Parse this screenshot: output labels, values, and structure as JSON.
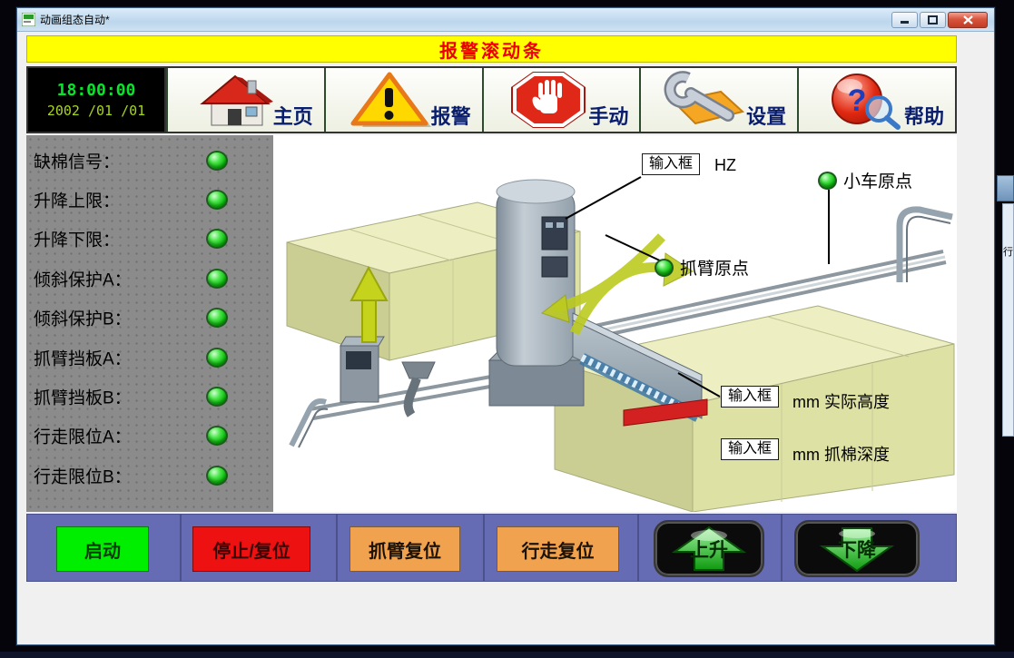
{
  "window": {
    "title": "动画组态自动*"
  },
  "alarm_banner": {
    "text": "报警滚动条"
  },
  "clock": {
    "time": "18:00:00",
    "date": "2002 /01 /01"
  },
  "toolbar": {
    "items": [
      {
        "label": "主页",
        "icon": "home-icon"
      },
      {
        "label": "报警",
        "icon": "alarm-warning-icon"
      },
      {
        "label": "手动",
        "icon": "stop-hand-icon"
      },
      {
        "label": "设置",
        "icon": "wrench-icon"
      },
      {
        "label": "帮助",
        "icon": "question-help-icon"
      }
    ]
  },
  "icons": {
    "help_glyph": "?"
  },
  "status_panel": {
    "items": [
      {
        "label": "缺棉信号：",
        "state": "on"
      },
      {
        "label": "升降上限：",
        "state": "on"
      },
      {
        "label": "升降下限：",
        "state": "on"
      },
      {
        "label": "倾斜保护A：",
        "state": "on"
      },
      {
        "label": "倾斜保护B：",
        "state": "on"
      },
      {
        "label": "抓臂挡板A：",
        "state": "on"
      },
      {
        "label": "抓臂挡板B：",
        "state": "on"
      },
      {
        "label": "行走限位A：",
        "state": "on"
      },
      {
        "label": "行走限位B：",
        "state": "on"
      }
    ],
    "led_on_color": "#22d422"
  },
  "diagram": {
    "freq_input": {
      "value": "输入框",
      "unit": "HZ"
    },
    "cart_origin_label": "小车原点",
    "arm_origin_label": "抓臂原点",
    "height_input": {
      "value": "输入框",
      "unit": "mm",
      "label": "实际高度"
    },
    "depth_input": {
      "value": "输入框",
      "unit": "mm",
      "label": "抓棉深度"
    }
  },
  "controls": {
    "start": "启动",
    "stop_reset": "停止/复位",
    "arm_reset": "抓臂复位",
    "travel_reset": "行走复位",
    "up": "上升",
    "down": "下降"
  },
  "colors": {
    "banner_bg": "#ffff00",
    "banner_fg": "#ee0000",
    "start_bg": "#00ee00",
    "stop_bg": "#ee1111",
    "reset_bg": "#f0a24e",
    "bar_bg": "#666cb3",
    "led_on": "#22d422"
  },
  "background_window": {
    "text": "行"
  }
}
